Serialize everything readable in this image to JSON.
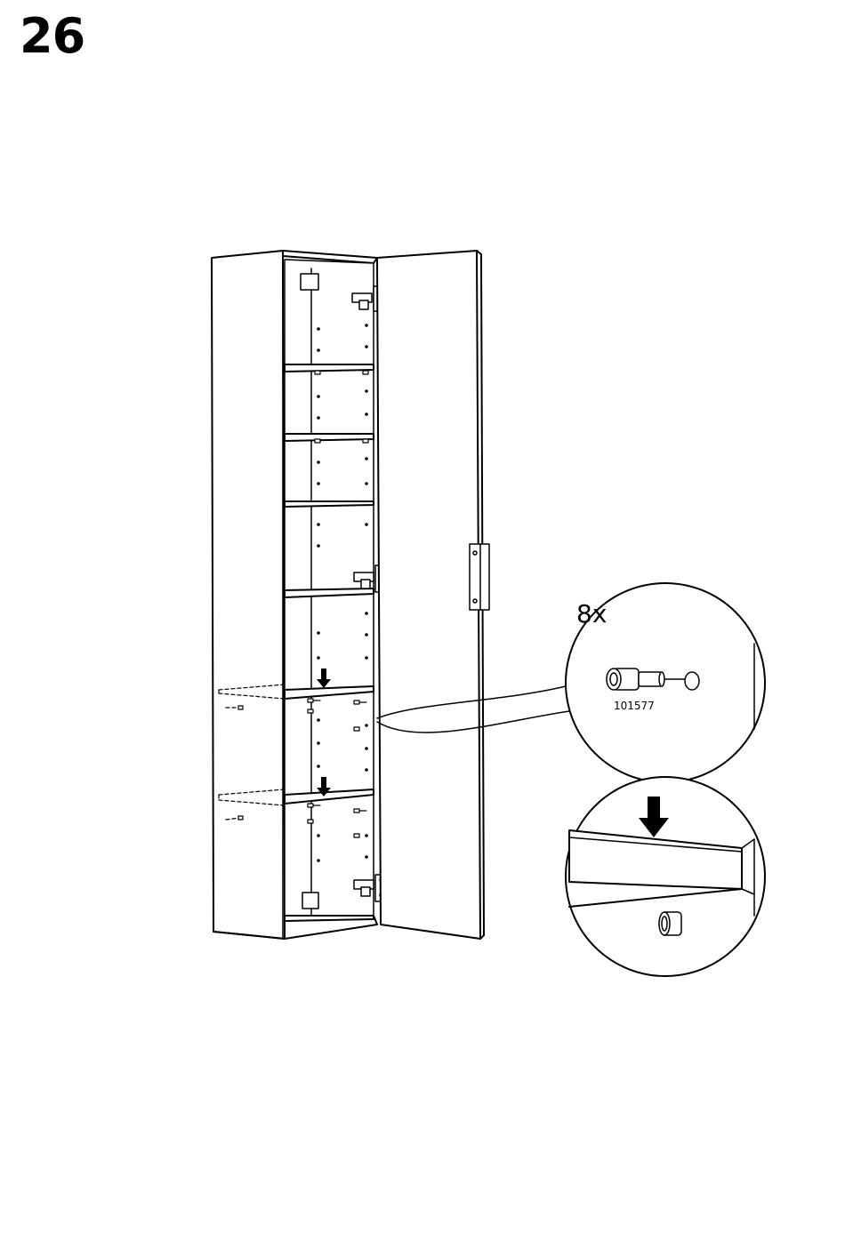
{
  "page": {
    "step_number": "26"
  },
  "detail_callout": {
    "quantity": "8x",
    "part_number": "101577"
  },
  "icons": [
    "shelf-pin-icon",
    "down-arrow-icon",
    "hinge-icon",
    "door-handle-icon"
  ],
  "colors": {
    "ink": "#000000",
    "paper": "#ffffff"
  }
}
